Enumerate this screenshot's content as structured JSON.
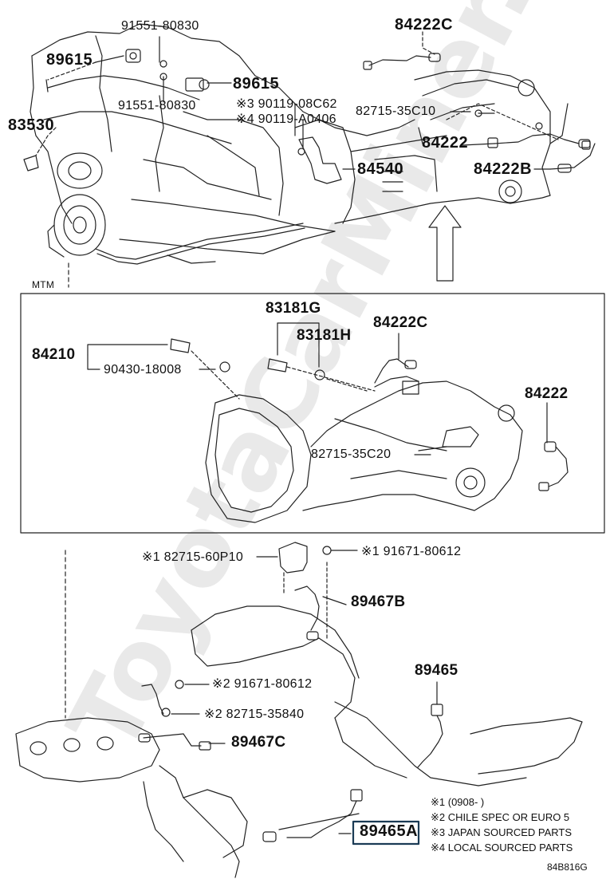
{
  "watermark": "ToyotaCarMiner.com",
  "labels": {
    "p91551_top": "91551-80830",
    "p89615_left": "89615",
    "p89615_right": "89615",
    "p91551_bottom": "91551-80830",
    "p90119_08c62": "※3 90119-08C62",
    "p90119_a0406": "※4 90119-A0406",
    "p83530": "83530",
    "p84222c_top": "84222C",
    "p82715_35c10": "82715-35C10",
    "p84222_top": "84222",
    "p84540": "84540",
    "p84222b": "84222B",
    "mtm": "MTM",
    "p83181g": "83181G",
    "p83181h": "83181H",
    "p84222c_mtm": "84222C",
    "p84210": "84210",
    "p90430": "90430-18008",
    "p84222_mtm": "84222",
    "p82715_35c20": "82715-35C20",
    "p82715_60p10": "※1 82715-60P10",
    "p91671_80612_top": "※1 91671-80612",
    "p89467b": "89467B",
    "p89465": "89465",
    "p91671_80612_mid": "※2 91671-80612",
    "p82715_35840": "※2 82715-35840",
    "p89467c": "89467C",
    "p89465a": "89465A"
  },
  "notes": {
    "n1": "※1 (0908-     )",
    "n2": "※2 CHILE SPEC OR EURO 5",
    "n3": "※3 JAPAN SOURCED PARTS",
    "n4": "※4 LOCAL SOURCED PARTS"
  },
  "diagram_code": "84B816G"
}
